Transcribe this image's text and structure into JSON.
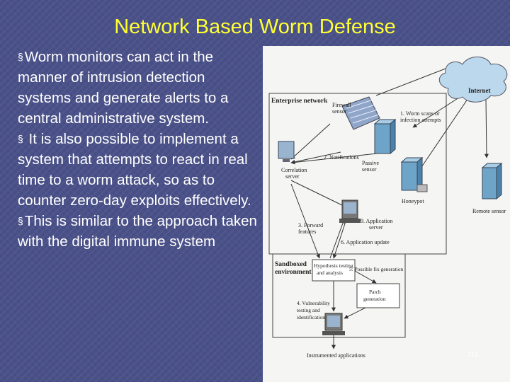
{
  "slide": {
    "title": "Network Based Worm Defense",
    "page_number": "111",
    "bullets": [
      {
        "marker": "§",
        "text": "Worm monitors can act in the manner of intrusion detection systems and generate alerts to a central administrative system."
      },
      {
        "marker": "§",
        "text": " It is also possible to implement a system that attempts to react in real time to a worm attack, so as to counter zero-day exploits effectively."
      },
      {
        "marker": "§",
        "text": "This is similar to the approach taken with the digital immune system"
      }
    ]
  },
  "diagram": {
    "internet": "Internet",
    "enterprise_network": "Enterprise network",
    "firewall_sensor": [
      "Firewall",
      "sensor"
    ],
    "worm_scan_label": [
      "1. Worm scans or",
      "infection attempts"
    ],
    "notifications": "2. Notifications",
    "passive_sensor": [
      "Passive",
      "sensor"
    ],
    "correlation_server": [
      "Correlation",
      "server"
    ],
    "honeypot": "Honeypot",
    "remote_sensor": "Remote sensor",
    "forward_features": [
      "3. Forward",
      "features"
    ],
    "application_server": [
      "9. Application",
      "server"
    ],
    "application_update": "6. Application update",
    "sandboxed_environment": [
      "Sandboxed",
      "environment"
    ],
    "hypothesis_testing": [
      "Hypothesis testing",
      "and analysis"
    ],
    "possible_fix": "5. Possible fix generation",
    "patch_generation": [
      "Patch",
      "generation"
    ],
    "vulnerability_testing": [
      "4. Vulnerability",
      "testing and",
      "identification"
    ],
    "instrumented_applications": "Instrumented applications"
  },
  "colors": {
    "background": "#4a5189",
    "title": "#ffff33",
    "text": "#ffffff",
    "panel": "#f5f5f3"
  }
}
